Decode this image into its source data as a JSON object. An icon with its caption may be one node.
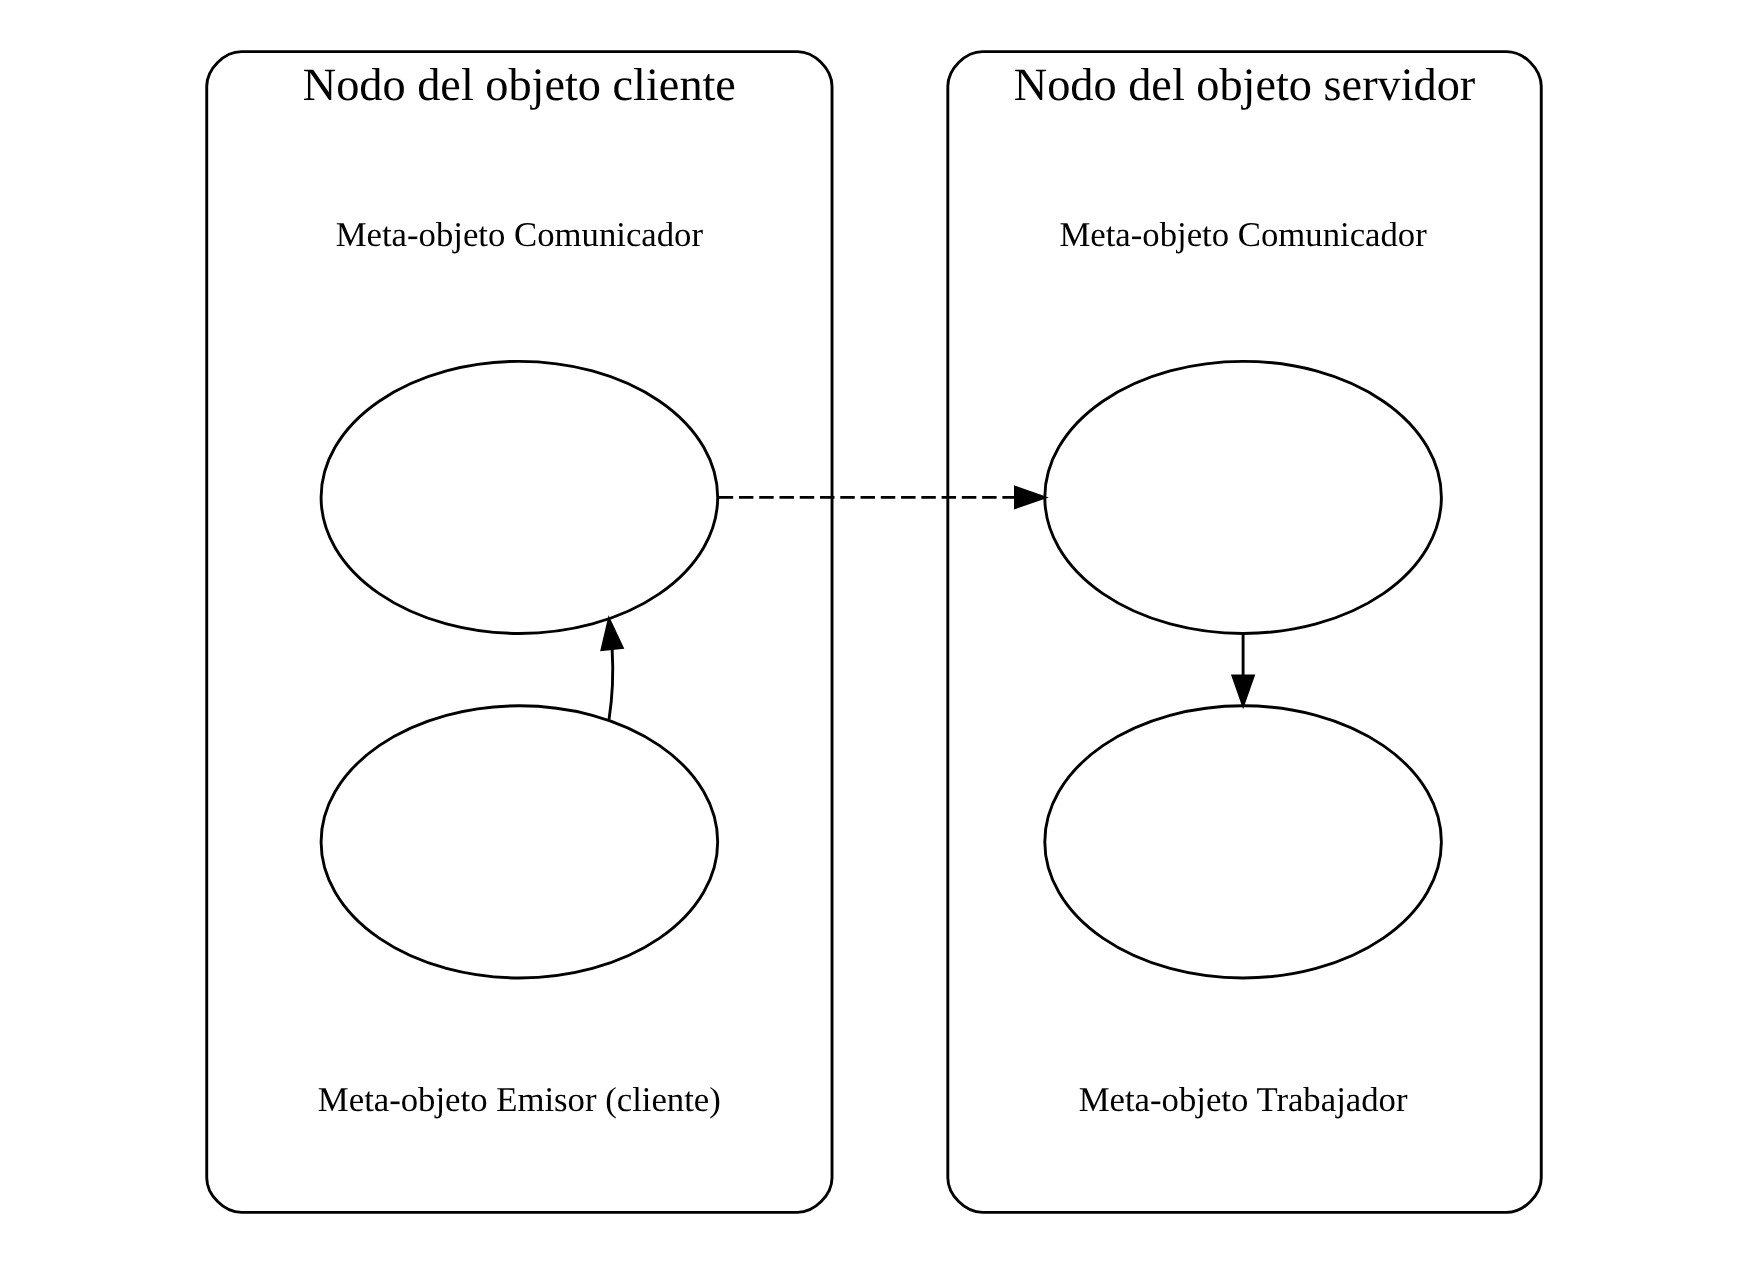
{
  "diagram": {
    "nodes": [
      {
        "text": [
          "Nodo del objeto cliente"
        ]
      },
      {
        "text": [],
        "shape": "cloud",
        "in": 0,
        "beside": [
          "Meta-objeto Comunicador"
        ]
      },
      {
        "text": [],
        "shape": "cloud",
        "in": 0,
        "beside": [
          "Meta-objeto Emisor (cliente)"
        ]
      },
      {
        "text": [
          "Nodo del objeto servidor"
        ]
      },
      {
        "text": [],
        "shape": "cloud",
        "in": 3,
        "beside": [
          "Meta-objeto Comunicador"
        ]
      },
      {
        "text": [],
        "shape": "cloud",
        "in": 3,
        "beside": [
          "Meta-objeto Trabajador"
        ]
      }
    ],
    "edges": [
      {
        "from": 2,
        "to": 1,
        "arrow": "to"
      },
      {
        "from": 1,
        "to": 4,
        "arrow": "to",
        "style": "dashed"
      },
      {
        "from": 4,
        "to": 5,
        "arrow": "to"
      }
    ]
  }
}
